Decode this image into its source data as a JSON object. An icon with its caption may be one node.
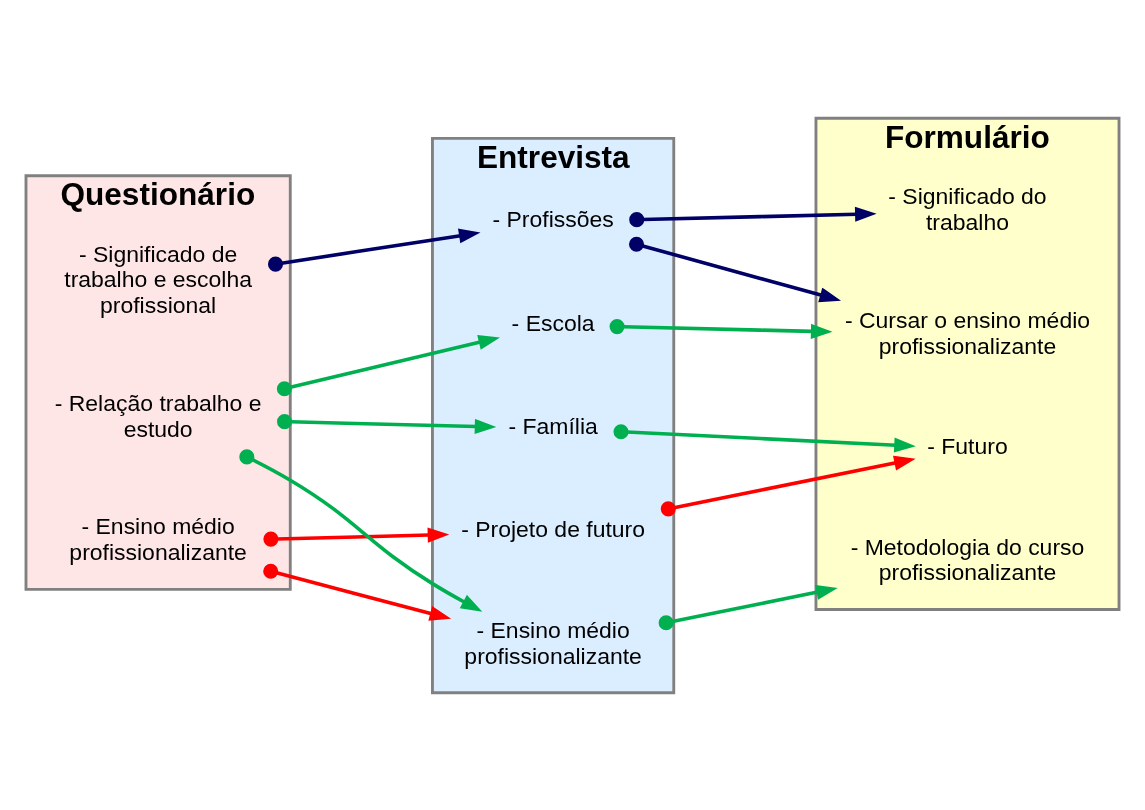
{
  "diagram": {
    "nodes": [
      {
        "text": [
          "Questionário"
        ]
      },
      {
        "text": [
          "- Significado de trabalho e escolha profissional"
        ],
        "in": 0
      },
      {
        "text": [
          "- Ensino médio profissionalizante"
        ],
        "in": 0
      },
      {
        "text": [
          "- Relação trabalho e estudo"
        ],
        "in": 0
      },
      {
        "text": [
          "Entrevista"
        ]
      },
      {
        "text": [
          "- Família"
        ],
        "in": 4
      },
      {
        "text": [
          "- Escola"
        ],
        "in": 4
      },
      {
        "text": [
          "- Profissões"
        ],
        "in": 4
      },
      {
        "text": [
          "- Ensino médio profissionalizante"
        ],
        "in": 4
      },
      {
        "text": [
          "- Projeto de futuro"
        ],
        "in": 4
      },
      {
        "text": [
          "Formulário"
        ]
      },
      {
        "text": [
          "- Cursar o ensino médio profissionalizante"
        ],
        "in": 10
      },
      {
        "text": [
          "- Significado do trabalho"
        ],
        "in": 10
      },
      {
        "text": [
          "- Metodologia do curso profissionalizante"
        ],
        "in": 10
      },
      {
        "text": [
          "- Futuro"
        ],
        "in": 10
      }
    ],
    "edges": [
      {
        "from": 1,
        "to": 7,
        "arrow": "to",
        "color": "#000066"
      },
      {
        "from": 2,
        "to": 8,
        "arrow": "to",
        "color": "#ff0000"
      },
      {
        "from": 2,
        "to": 9,
        "arrow": "to",
        "color": "#ff0000"
      },
      {
        "from": 3,
        "to": 5,
        "arrow": "to"
      },
      {
        "from": 3,
        "to": 6,
        "arrow": "to"
      },
      {
        "from": 3,
        "to": 8,
        "arrow": "to"
      },
      {
        "from": 5,
        "to": 14,
        "arrow": "to"
      },
      {
        "from": 6,
        "to": 11,
        "arrow": "to"
      },
      {
        "from": 7,
        "to": 11,
        "arrow": "to",
        "color": "#000066"
      },
      {
        "from": 7,
        "to": 12,
        "arrow": "to",
        "color": "#000066"
      },
      {
        "from": 8,
        "to": 13,
        "arrow": "to"
      },
      {
        "from": 9,
        "to": 14,
        "arrow": "to",
        "color": "#ff0000"
      }
    ]
  }
}
